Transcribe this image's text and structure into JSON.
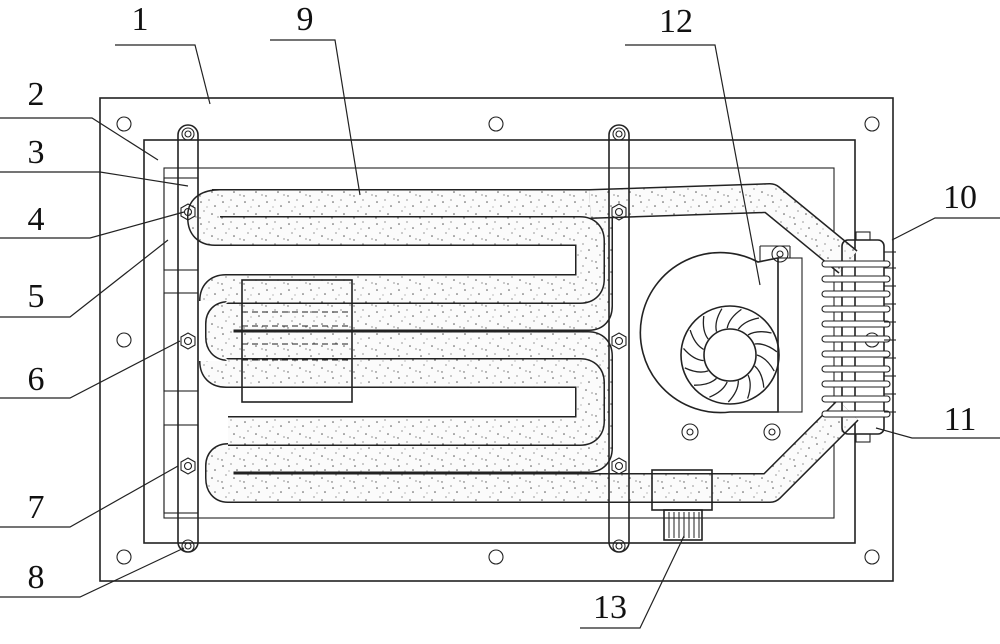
{
  "callouts": [
    {
      "id": "c1",
      "label": "1"
    },
    {
      "id": "c2",
      "label": "2"
    },
    {
      "id": "c3",
      "label": "3"
    },
    {
      "id": "c4",
      "label": "4"
    },
    {
      "id": "c5",
      "label": "5"
    },
    {
      "id": "c6",
      "label": "6"
    },
    {
      "id": "c7",
      "label": "7"
    },
    {
      "id": "c8",
      "label": "8"
    },
    {
      "id": "c9",
      "label": "9"
    },
    {
      "id": "c10",
      "label": "10"
    },
    {
      "id": "c11",
      "label": "11"
    },
    {
      "id": "c12",
      "label": "12"
    },
    {
      "id": "c13",
      "label": "13"
    }
  ],
  "fan_blade_count": 15,
  "heatsink_fin_count": 11
}
